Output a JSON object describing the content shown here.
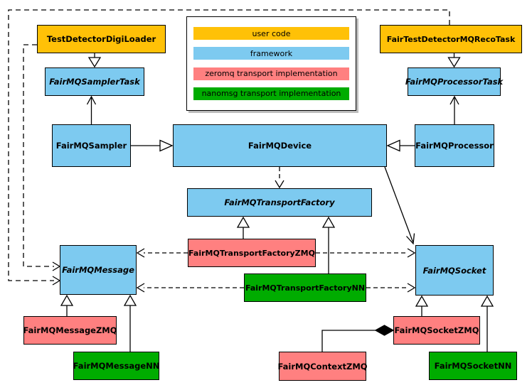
{
  "diagram": {
    "kind": "uml-class-diagram",
    "colors": {
      "user_code": "#FFC107",
      "framework": "#7DCAF0",
      "zeromq": "#FF8080",
      "nanomsg": "#00AC00",
      "line": "#000000",
      "background": "#FFFFFF"
    },
    "legend": {
      "items": [
        {
          "label": "user code",
          "color": "#FFC107"
        },
        {
          "label": "framework",
          "color": "#7DCAF0"
        },
        {
          "label": "zeromq transport implementation",
          "color": "#FF8080"
        },
        {
          "label": "nanomsg transport implementation",
          "color": "#00AC00"
        }
      ]
    },
    "nodes": {
      "test_detector_digi_loader": {
        "label": "TestDetectorDigiLoader",
        "category": "user code"
      },
      "fair_test_detector_mq_reco_task": {
        "label": "FairTestDetectorMQRecoTask",
        "category": "user code"
      },
      "fairmq_sampler_task": {
        "label": "FairMQSamplerTask",
        "category": "framework"
      },
      "fairmq_processor_task": {
        "label": "FairMQProcessorTask",
        "category": "framework"
      },
      "fairmq_sampler": {
        "label": "FairMQSampler",
        "category": "framework"
      },
      "fairmq_device": {
        "label": "FairMQDevice",
        "category": "framework"
      },
      "fairmq_processor": {
        "label": "FairMQProcessor",
        "category": "framework"
      },
      "fairmq_transport_factory": {
        "label": "FairMQTransportFactory",
        "category": "framework"
      },
      "fairmq_transport_factory_zmq": {
        "label": "FairMQTransportFactoryZMQ",
        "category": "zeromq transport implementation"
      },
      "fairmq_transport_factory_nn": {
        "label": "FairMQTransportFactoryNN",
        "category": "nanomsg transport implementation"
      },
      "fairmq_message": {
        "label": "FairMQMessage",
        "category": "framework"
      },
      "fairmq_socket": {
        "label": "FairMQSocket",
        "category": "framework"
      },
      "fairmq_message_zmq": {
        "label": "FairMQMessageZMQ",
        "category": "zeromq transport implementation"
      },
      "fairmq_message_nn": {
        "label": "FairMQMessageNN",
        "category": "nanomsg transport implementation"
      },
      "fairmq_socket_zmq": {
        "label": "FairMQSocketZMQ",
        "category": "zeromq transport implementation"
      },
      "fairmq_socket_nn": {
        "label": "FairMQSocketNN",
        "category": "nanomsg transport implementation"
      },
      "fairmq_context_zmq": {
        "label": "FairMQContextZMQ",
        "category": "zeromq transport implementation"
      }
    }
  }
}
